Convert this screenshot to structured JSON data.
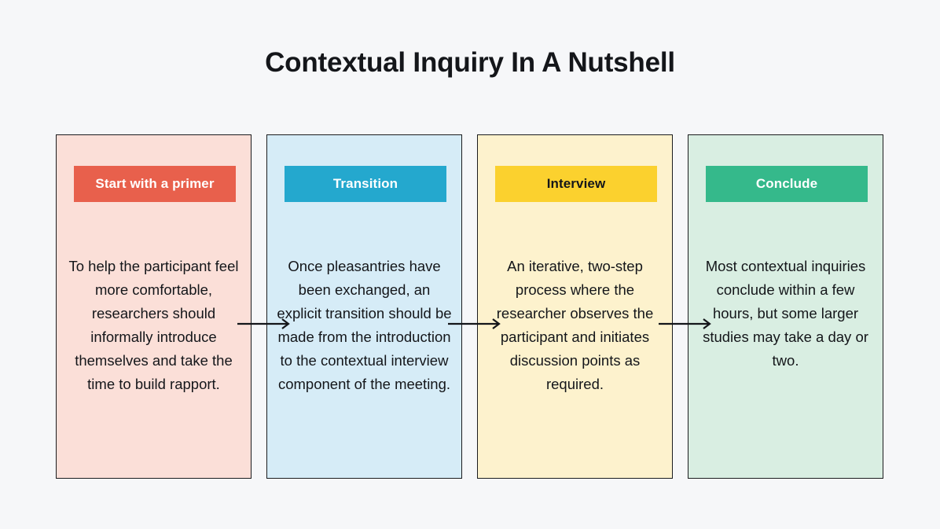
{
  "title": "Contextual Inquiry In A Nutshell",
  "background_color": "#f6f7f9",
  "steps": [
    {
      "header": "Start with a primer",
      "body": "To help the participant feel more comfortable, researchers should informally introduce themselves and take the time to build rapport.",
      "header_color": "#e8604c",
      "header_text_color": "#ffffff",
      "panel_color": "#fbdfd8"
    },
    {
      "header": "Transition",
      "body": "Once pleasantries have been exchanged, an explicit transition should be made from the introduction to the contextual interview component of the meeting.",
      "header_color": "#24a8ce",
      "header_text_color": "#ffffff",
      "panel_color": "#d6ecf7"
    },
    {
      "header": "Interview",
      "body": "An iterative, two-step process where the researcher observes the participant and initiates discussion points as required.",
      "header_color": "#fbd12e",
      "header_text_color": "#14161a",
      "panel_color": "#fdf2cd"
    },
    {
      "header": "Conclude",
      "body": "Most contextual inquiries conclude within a few hours, but some larger studies may take a day or two.",
      "header_color": "#35b98b",
      "header_text_color": "#ffffff",
      "panel_color": "#d9eee2"
    }
  ],
  "connectors": [
    {
      "from": "Start with a primer",
      "to": "Transition"
    },
    {
      "from": "Transition",
      "to": "Interview"
    },
    {
      "from": "Interview",
      "to": "Conclude"
    }
  ]
}
